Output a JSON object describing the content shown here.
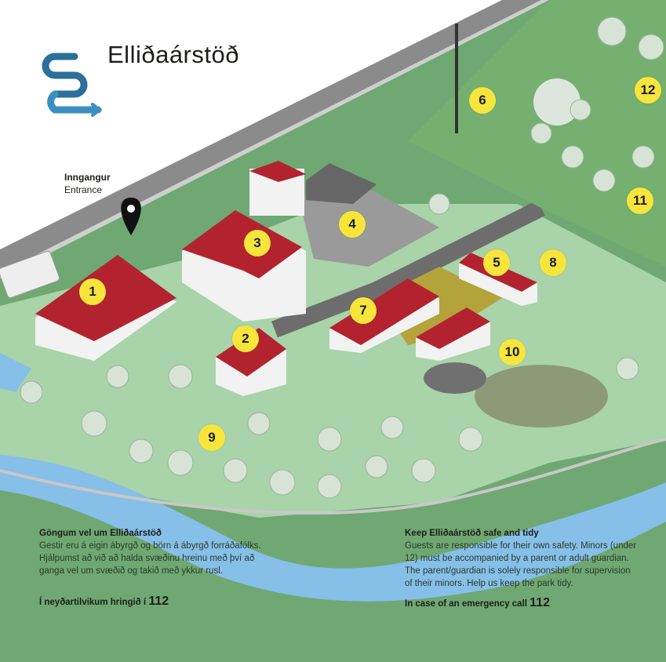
{
  "header": {
    "title": "Elliðaárstöð"
  },
  "entrance": {
    "label_is": "Inngangur",
    "label_en": "Entrance"
  },
  "markers": [
    "1",
    "2",
    "3",
    "4",
    "5",
    "6",
    "7",
    "8",
    "9",
    "10",
    "11",
    "12"
  ],
  "info_is": {
    "heading": "Göngum vel um Elliðaárstöð",
    "body": "Gestir eru á eigin ábyrgð og börn á ábyrgð forráðafólks. Hjálpumst að við að halda svæðinu hreinu með því að ganga vel um svæðið og takið með ykkur rusl.",
    "emergency_text": "Í neyðartilvikum hringið í",
    "emergency_number": "112"
  },
  "info_en": {
    "heading": "Keep Elliðaárstöð safe and tidy",
    "body": "Guests are responsible for their own safety. Minors (under 12) must be accompanied by a parent or adult guardian. The parent/guardian is solely responsible for supervision of their minors. Help us keep the park tidy.",
    "emergency_text": "In case of an emergency call",
    "emergency_number": "112"
  },
  "colors": {
    "grass": "#6fa872",
    "park": "#a9d3a8",
    "road": "#8b8b8b",
    "river": "#86bfe8",
    "roof": "#b3232f",
    "marker": "#f7e53b",
    "logo": "#3b8fc0"
  }
}
